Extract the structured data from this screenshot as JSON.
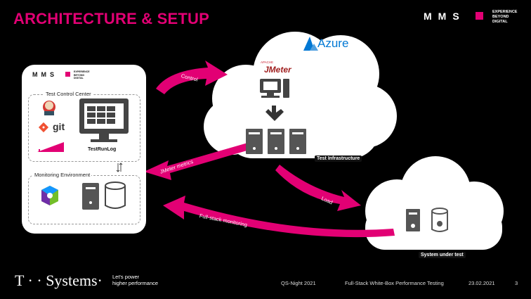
{
  "header": {
    "title": "ARCHITECTURE & SETUP",
    "brand": "MMS",
    "brand_tagline": [
      "EXPERIENCE",
      "BEYOND",
      "DIGITAL"
    ]
  },
  "panel": {
    "brand": "MMS",
    "brand_tagline": [
      "EXPERIENCE",
      "BEYOND",
      "DIGITAL"
    ],
    "test_control_center": {
      "label": "Test Control Center",
      "tools": [
        "jenkins-icon",
        "git-icon",
        "gatling-icon"
      ],
      "git_text": "git",
      "monitor_label": "TestRunLog"
    },
    "monitoring_environment": {
      "label": "Monitoring Environment",
      "icons": [
        "dynatrace-icon",
        "server-icon",
        "database-icon"
      ]
    }
  },
  "azure_cloud": {
    "provider": "Azure",
    "jmeter_brand": "JMeter",
    "jmeter_small": "APACHE",
    "label": "Test Infrastructure"
  },
  "sut_cloud": {
    "label": "System under test"
  },
  "flows": {
    "control": "Control",
    "jmeter_metrics": "JMeter metrics",
    "load": "Load",
    "fullstack": "Full-stack monitoring"
  },
  "footer": {
    "logo": "T · · Systems·",
    "tagline": [
      "Let's power",
      "higher performance"
    ],
    "event": "QS-Night 2021",
    "topic": "Full-Stack White-Box Performance Testing",
    "date": "23.02.2021",
    "page": "3"
  },
  "colors": {
    "magenta": "#e20074",
    "background": "#000000",
    "panel": "#ffffff"
  }
}
